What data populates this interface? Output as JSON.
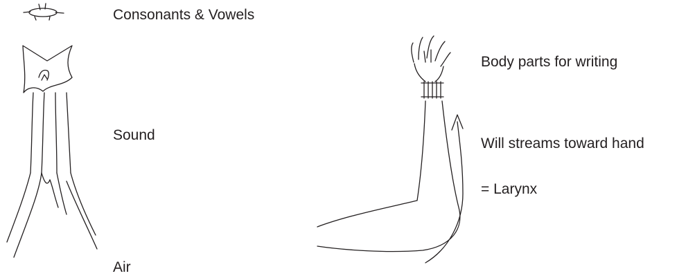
{
  "labels": {
    "consonants_vowels": "Consonants & Vowels",
    "sound": "Sound",
    "air": "Air",
    "body_parts": "Body parts for writing",
    "will_streams": "Will streams toward hand",
    "larynx": "=  Larynx"
  }
}
